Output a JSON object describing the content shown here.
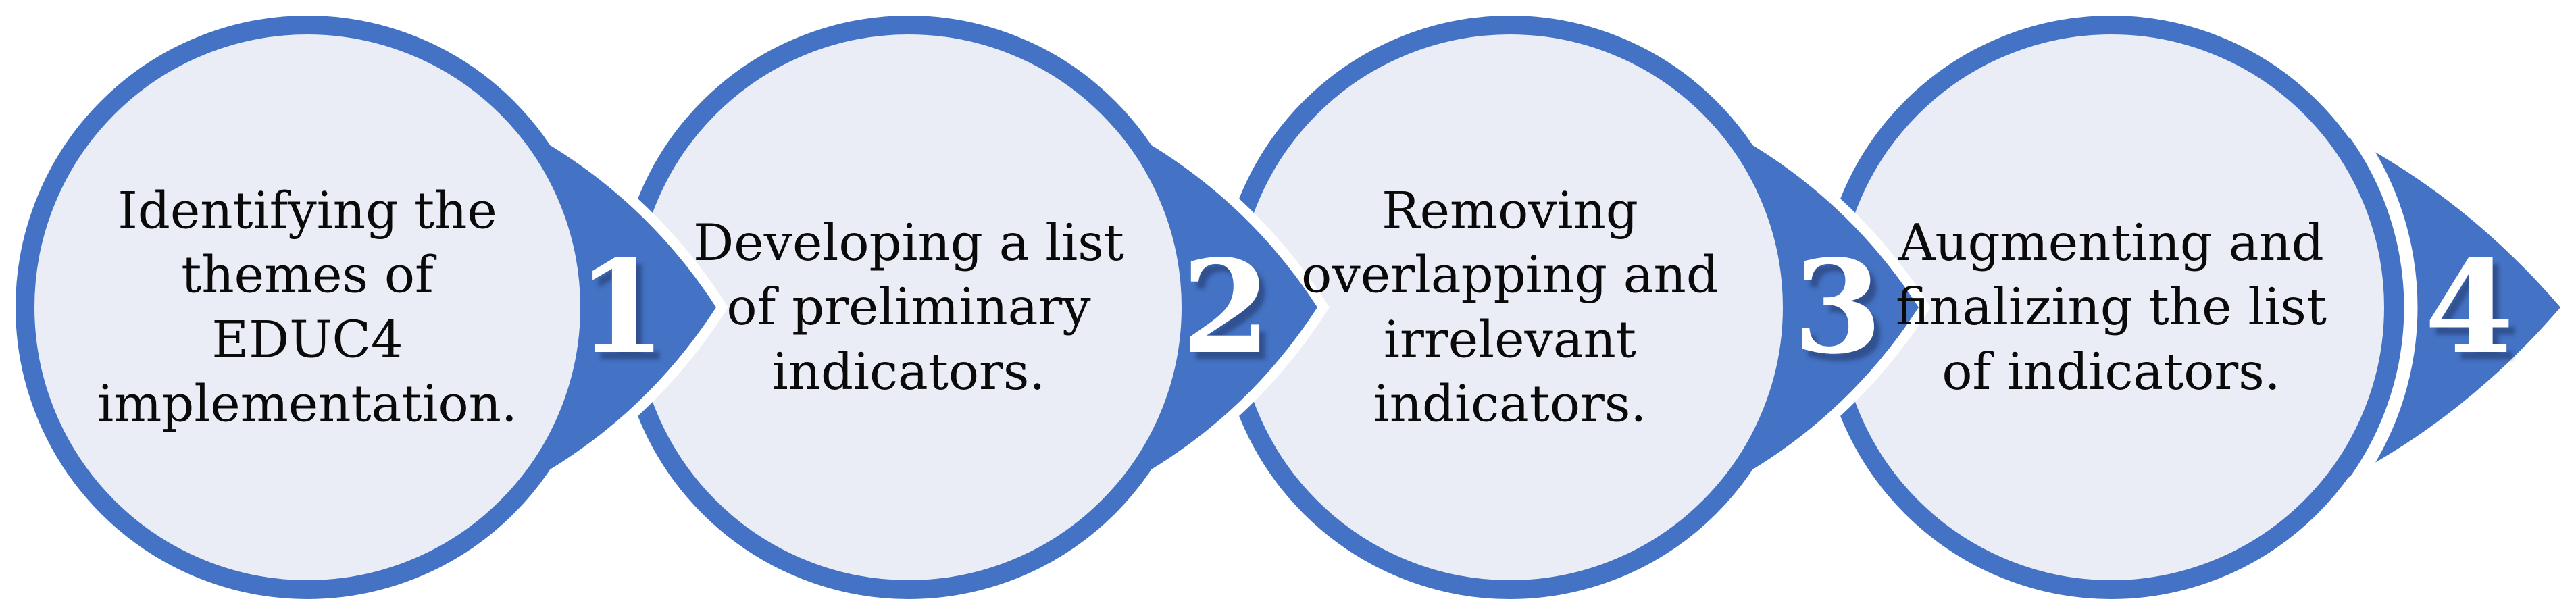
{
  "diagram": {
    "title": "Indicator development process flow",
    "type": "process-flow",
    "colors": {
      "accent_blue": "#4472C4",
      "circle_fill": "#EAEDF6",
      "outline_white": "#FFFFFF",
      "label_text": "#0A0A0A",
      "number_text": "#FFFFFF",
      "number_shadow": "#1F3864",
      "background": "#FFFFFF"
    },
    "steps": [
      {
        "number": "1",
        "label": "Identifying the\nthemes of\nEDUC4\nimplementation."
      },
      {
        "number": "2",
        "label": "Developing a list\nof preliminary\nindicators."
      },
      {
        "number": "3",
        "label": "Removing\noverlapping and\nirrelevant\nindicators."
      },
      {
        "number": "4",
        "label": "Augmenting and\nfinalizing the list\nof indicators."
      }
    ]
  }
}
